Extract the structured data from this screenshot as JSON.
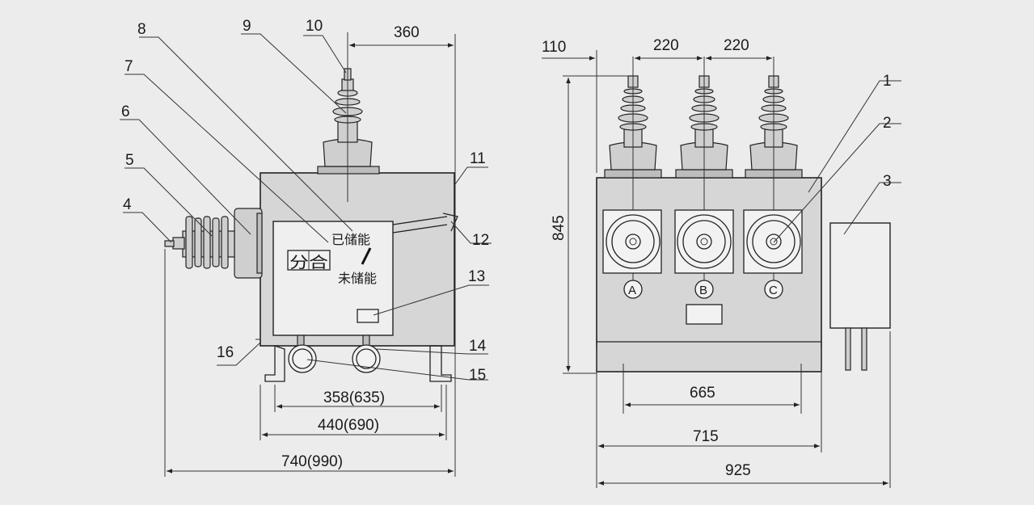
{
  "side_view": {
    "part_labels": [
      "8",
      "9",
      "10",
      "7",
      "6",
      "5",
      "4",
      "11",
      "12",
      "13",
      "16",
      "14",
      "15"
    ],
    "dimensions": [
      "360",
      "358(635)",
      "440(690)",
      "740(990)"
    ],
    "indicator": {
      "charged": "已储能",
      "uncharged": "未储能",
      "open_close": "分合"
    }
  },
  "front_view": {
    "part_labels": [
      "1",
      "2",
      "3"
    ],
    "dimensions": [
      "110",
      "220",
      "220",
      "845",
      "665",
      "715",
      "925"
    ],
    "phases": [
      "A",
      "B",
      "C"
    ]
  }
}
